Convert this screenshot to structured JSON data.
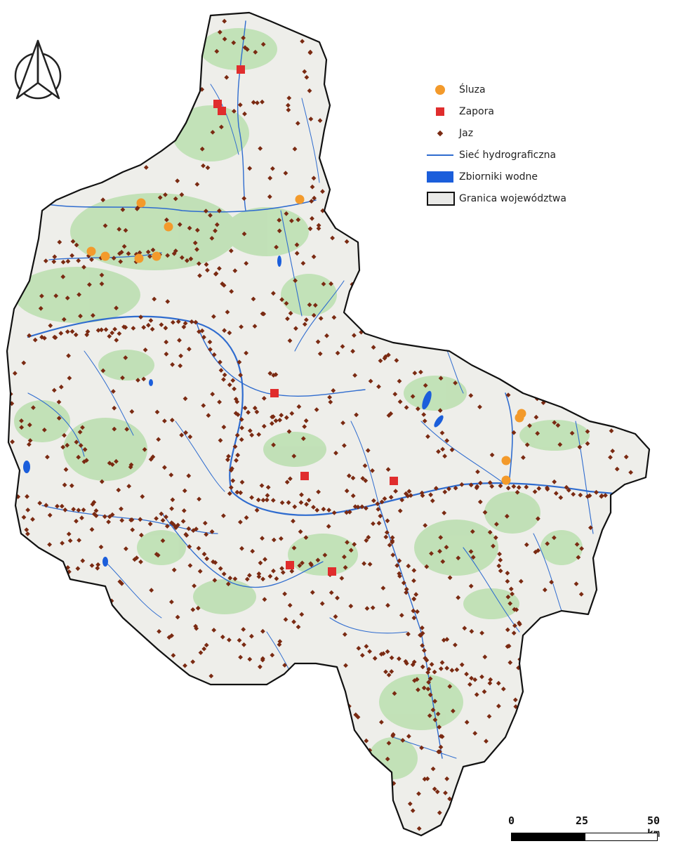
{
  "legend": {
    "items": [
      {
        "key": "lock",
        "label": "Śluza",
        "color": "#f39a2b"
      },
      {
        "key": "dam",
        "label": "Zapora",
        "color": "#e02d2d"
      },
      {
        "key": "weir",
        "label": "Jaz",
        "color": "#7a2a12"
      },
      {
        "key": "river",
        "label": "Sieć hydrograficzna",
        "color": "#2f6ccf"
      },
      {
        "key": "water",
        "label": "Zbiorniki wodne",
        "color": "#1b5edb"
      },
      {
        "key": "border",
        "label": "Granica województwa",
        "color": "#111111"
      }
    ]
  },
  "scale": {
    "labels": [
      "0",
      "25",
      "50 km"
    ]
  },
  "icons": {
    "north_arrow": "north-arrow-icon"
  },
  "colors": {
    "land": "#eeeeea",
    "forest": "#bfe0b5",
    "river": "#2f6ccf",
    "lock": "#f39a2b",
    "dam": "#e02d2d",
    "weir": "#7a2a12",
    "border": "#111111"
  }
}
